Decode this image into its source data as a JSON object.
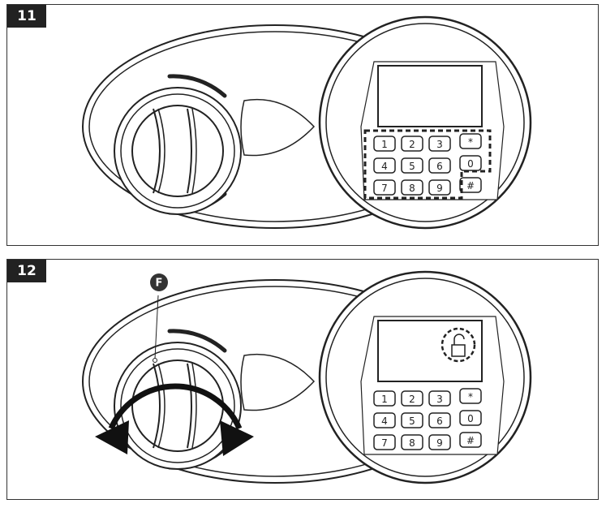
{
  "steps": [
    {
      "number": "11",
      "keypad": {
        "keys": [
          "1",
          "2",
          "3",
          "*",
          "4",
          "5",
          "6",
          "0",
          "7",
          "8",
          "9",
          "#"
        ]
      },
      "highlight": "keypad"
    },
    {
      "number": "12",
      "keypad": {
        "keys": [
          "1",
          "2",
          "3",
          "*",
          "4",
          "5",
          "6",
          "0",
          "7",
          "8",
          "9",
          "#"
        ]
      },
      "highlight": "unlock-indicator",
      "marker": "F"
    }
  ]
}
